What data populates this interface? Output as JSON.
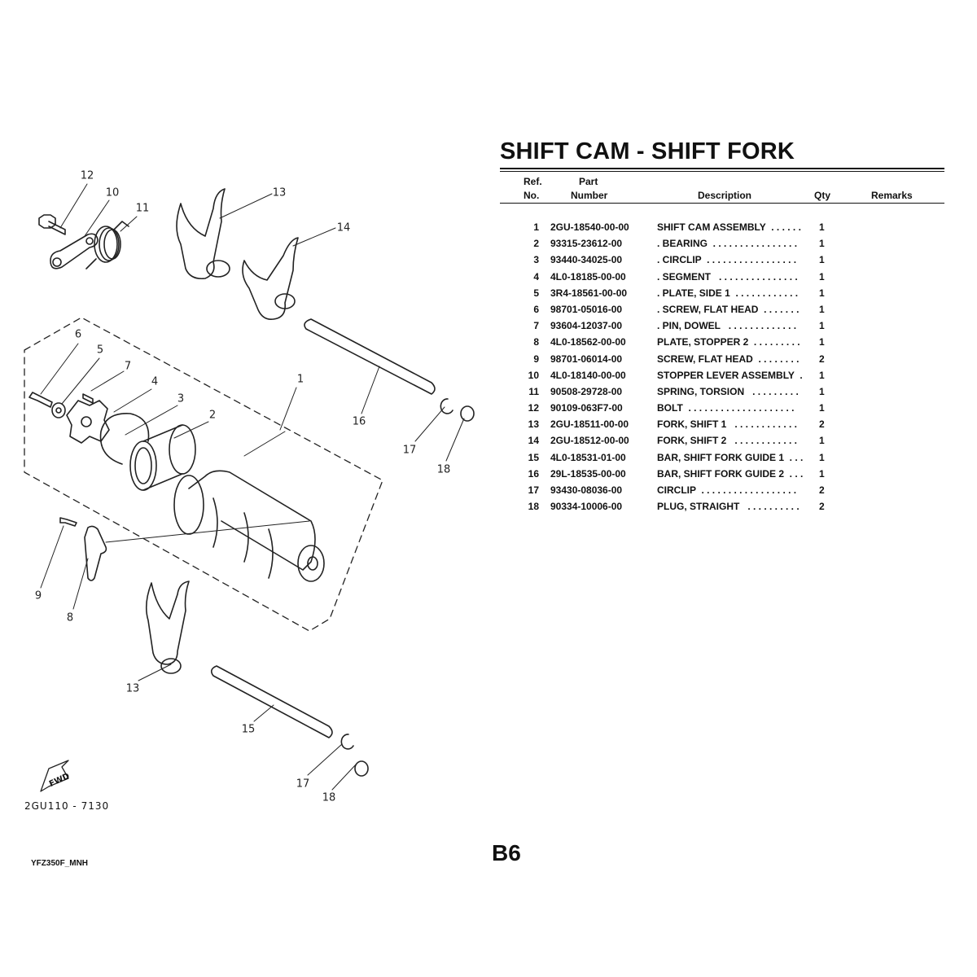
{
  "page": {
    "title": "SHIFT CAM - SHIFT FORK",
    "page_number": "B6",
    "model_code": "YFZ350F_MNH"
  },
  "diagram": {
    "id": "2GU110 - 7130",
    "fwd_label": "FWD",
    "callouts": [
      "12",
      "10",
      "11",
      "13",
      "14",
      "6",
      "5",
      "7",
      "4",
      "3",
      "2",
      "1",
      "16",
      "17",
      "18",
      "9",
      "8",
      "13",
      "15",
      "17",
      "18"
    ]
  },
  "table": {
    "headers": {
      "ref_1": "Ref.",
      "ref_2": "No.",
      "part_1": "Part",
      "part_2": "Number",
      "description": "Description",
      "qty": "Qty",
      "remarks": "Remarks"
    },
    "rows": [
      {
        "no": "1",
        "part": "2GU-18540-00-00",
        "desc": "SHIFT CAM ASSEMBLY  . . . . . .",
        "qty": "1"
      },
      {
        "no": "2",
        "part": "93315-23612-00",
        "desc": ". BEARING  . . . . . . . . . . . . . . . .",
        "qty": "1"
      },
      {
        "no": "3",
        "part": "93440-34025-00",
        "desc": ". CIRCLIP  . . . . . . . . . . . . . . . . .",
        "qty": "1"
      },
      {
        "no": "4",
        "part": "4L0-18185-00-00",
        "desc": ". SEGMENT   . . . . . . . . . . . . . . .",
        "qty": "1"
      },
      {
        "no": "5",
        "part": "3R4-18561-00-00",
        "desc": ". PLATE, SIDE 1  . . . . . . . . . . . .",
        "qty": "1"
      },
      {
        "no": "6",
        "part": "98701-05016-00",
        "desc": ". SCREW, FLAT HEAD  . . . . . . .",
        "qty": "1"
      },
      {
        "no": "7",
        "part": "93604-12037-00",
        "desc": ". PIN, DOWEL   . . . . . . . . . . . . .",
        "qty": "1"
      },
      {
        "no": "8",
        "part": "4L0-18562-00-00",
        "desc": "PLATE, STOPPER 2  . . . . . . . . .",
        "qty": "1"
      },
      {
        "no": "9",
        "part": "98701-06014-00",
        "desc": "SCREW, FLAT HEAD  . . . . . . . .",
        "qty": "2"
      },
      {
        "no": "10",
        "part": "4L0-18140-00-00",
        "desc": "STOPPER LEVER ASSEMBLY  .",
        "qty": "1"
      },
      {
        "no": "11",
        "part": "90508-29728-00",
        "desc": "SPRING, TORSION   . . . . . . . . .",
        "qty": "1"
      },
      {
        "no": "12",
        "part": "90109-063F7-00",
        "desc": "BOLT  . . . . . . . . . . . . . . . . . . . .",
        "qty": "1"
      },
      {
        "no": "13",
        "part": "2GU-18511-00-00",
        "desc": "FORK, SHIFT 1   . . . . . . . . . . . .",
        "qty": "2"
      },
      {
        "no": "14",
        "part": "2GU-18512-00-00",
        "desc": "FORK, SHIFT 2   . . . . . . . . . . . .",
        "qty": "1"
      },
      {
        "no": "15",
        "part": "4L0-18531-01-00",
        "desc": "BAR, SHIFT FORK GUIDE 1  . . .",
        "qty": "1"
      },
      {
        "no": "16",
        "part": "29L-18535-00-00",
        "desc": "BAR, SHIFT FORK GUIDE 2  . . .",
        "qty": "1"
      },
      {
        "no": "17",
        "part": "93430-08036-00",
        "desc": "CIRCLIP  . . . . . . . . . . . . . . . . . .",
        "qty": "2"
      },
      {
        "no": "18",
        "part": "90334-10006-00",
        "desc": "PLUG, STRAIGHT   . . . . . . . . . .",
        "qty": "2"
      }
    ]
  }
}
